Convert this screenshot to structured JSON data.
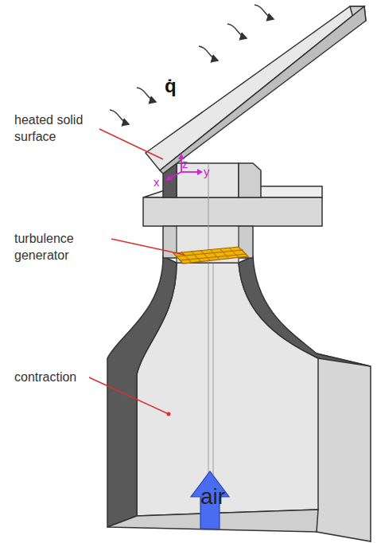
{
  "diagram": {
    "labels": [
      "q̇",
      "heated solid surface",
      "turbulence generator",
      "contraction",
      "z",
      "x",
      "y",
      "air"
    ]
  }
}
